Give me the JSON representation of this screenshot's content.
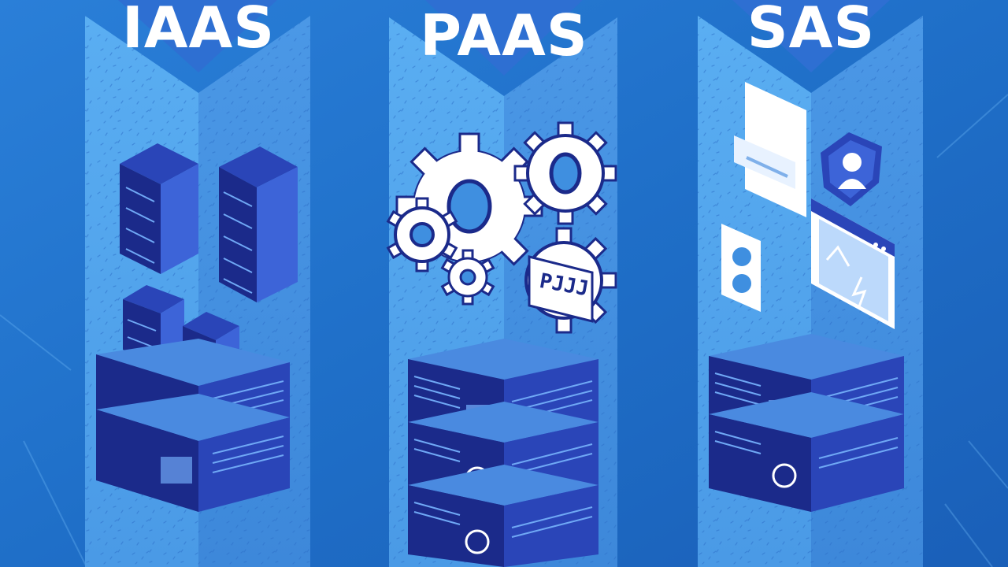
{
  "pillars": [
    {
      "title": "IAAS"
    },
    {
      "title": "PAAS"
    },
    {
      "title": "SAS"
    }
  ],
  "gear_label_text": "PJJJ",
  "colors": {
    "background": "#1f6fc8",
    "pillar_left": "#4fa4ee",
    "pillar_right": "#3f8fe0",
    "pillar_top": "#2f6fd0",
    "server_dark": "#1b2a8a",
    "server_mid": "#2a45b8",
    "server_light": "#3d64d8",
    "gear": "#ffffff",
    "gear_edge": "#1b2a8a"
  }
}
